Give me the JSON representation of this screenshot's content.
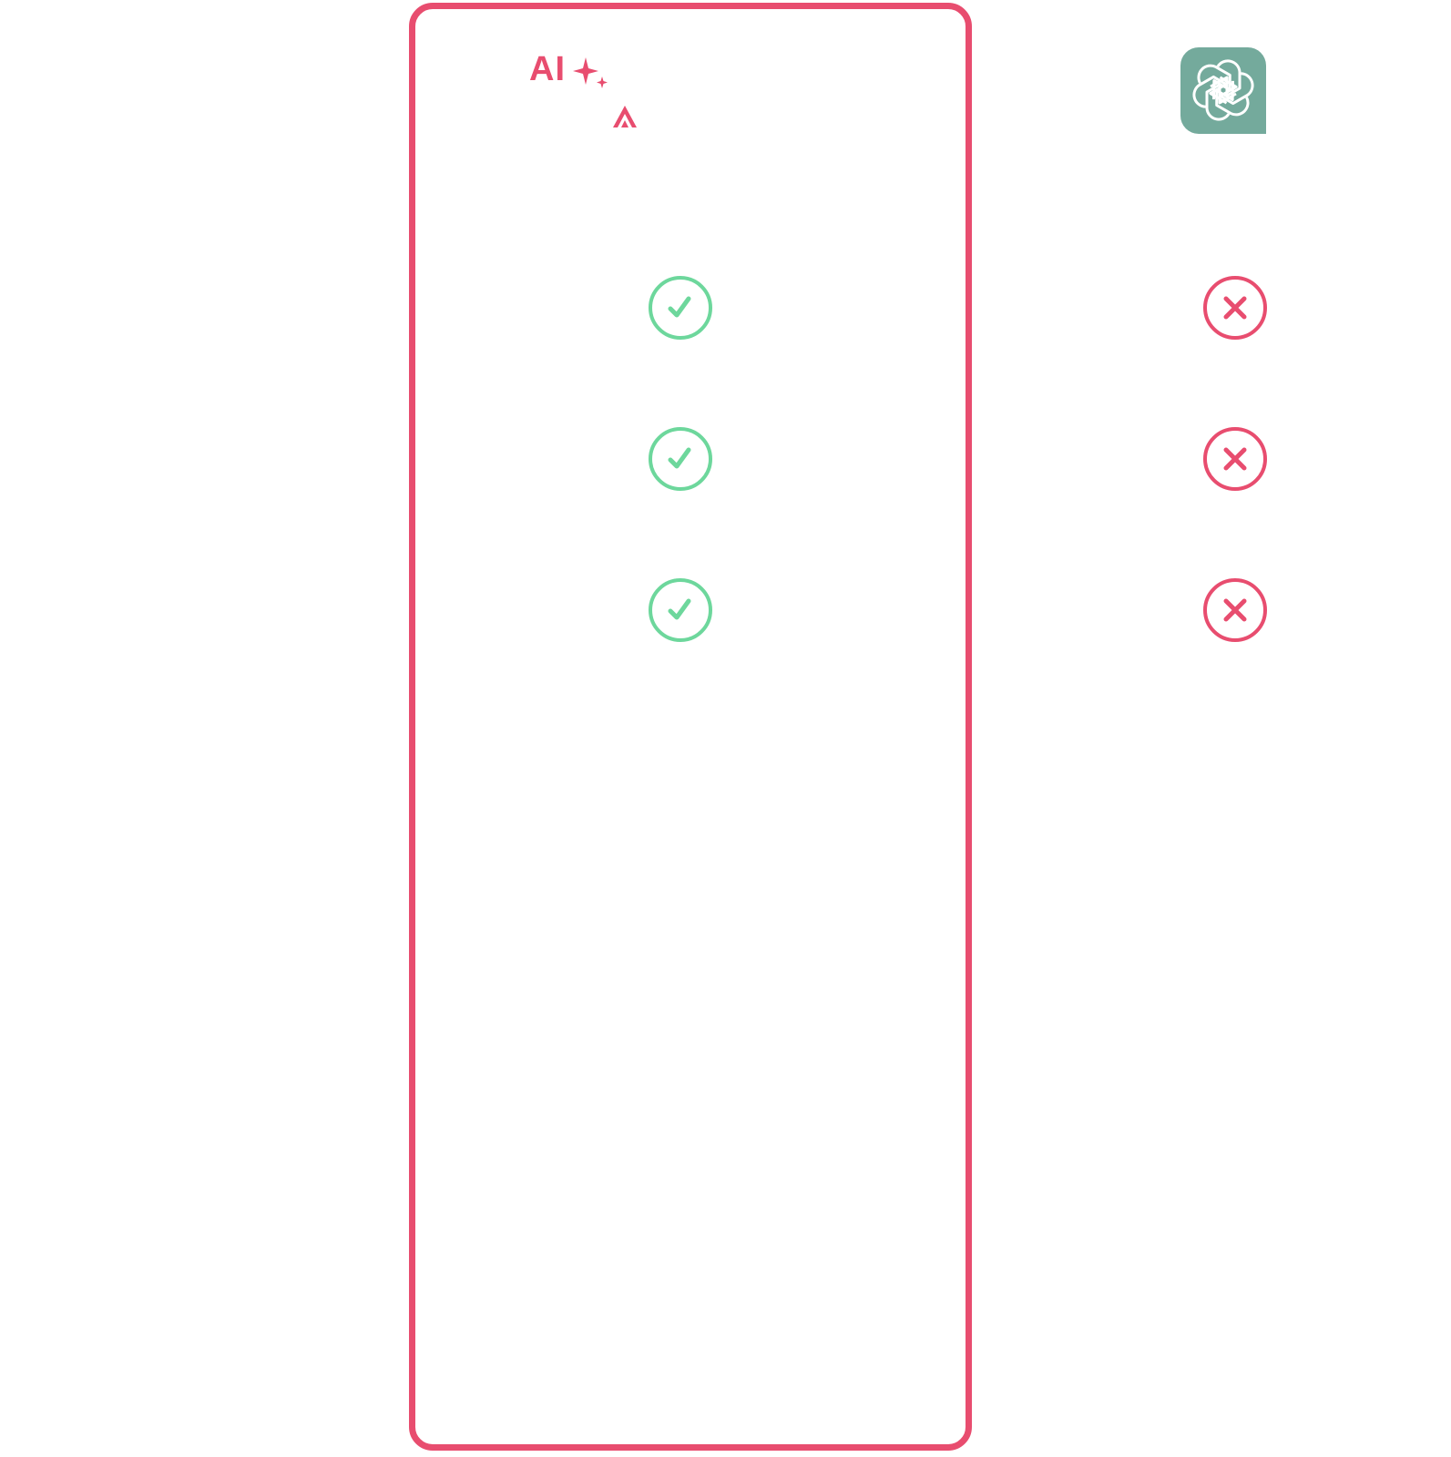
{
  "colors": {
    "accent": "#E84D6F",
    "check_green": "#6DD79C",
    "chatgpt_bg": "#74AA9C"
  },
  "left_panel": {
    "logo_text": "AI",
    "logo_icon": "sparkles-icon",
    "badge_icon": "caret-up-icon",
    "rows": [
      {
        "status": "check",
        "icon": "check-circle-icon"
      },
      {
        "status": "check",
        "icon": "check-circle-icon"
      },
      {
        "status": "check",
        "icon": "check-circle-icon"
      }
    ]
  },
  "right_panel": {
    "logo_icon": "chatgpt-logo-icon",
    "rows": [
      {
        "status": "cross",
        "icon": "x-circle-icon"
      },
      {
        "status": "cross",
        "icon": "x-circle-icon"
      },
      {
        "status": "cross",
        "icon": "x-circle-icon"
      }
    ]
  }
}
